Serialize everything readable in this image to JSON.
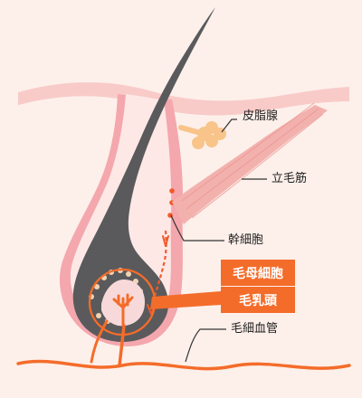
{
  "labels": {
    "sebaceous_gland": "皮脂腺",
    "arrector_pili": "立毛筋",
    "stem_cell": "幹細胞",
    "hair_matrix_cell": "毛母細胞",
    "dermal_papilla": "毛乳頭",
    "capillary": "毛細血管"
  },
  "colors": {
    "epidermis": "#f5b7bb",
    "dermis": "#fdf0ea",
    "hair": "#5a5a5c",
    "hair_follicle_sheath": "#f4a7ad",
    "stem_cell": "#f25a2a",
    "matrix_cell": "#f2d3b2",
    "blood_vessel": "#f46c2a",
    "gland": "#f8c48a",
    "muscle": "#f3b1ad"
  }
}
